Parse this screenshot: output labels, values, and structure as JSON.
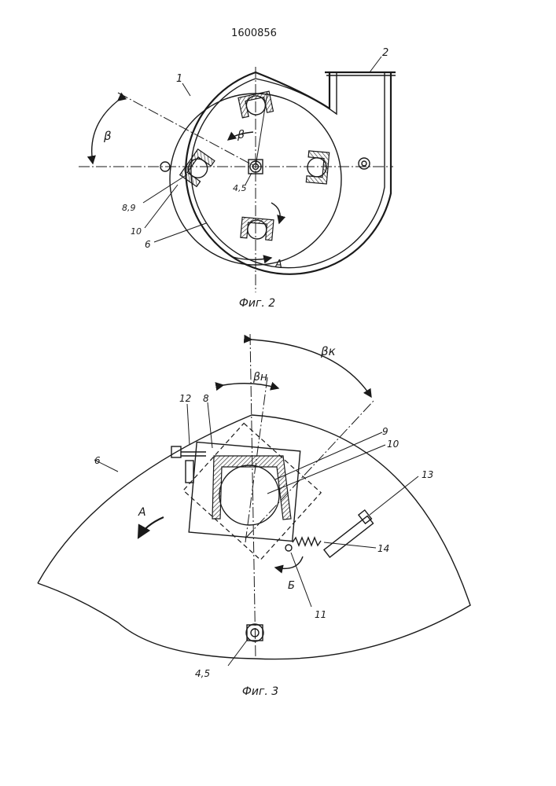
{
  "patent_number": "1600856",
  "figures": [
    {
      "caption": "Фиг. 2",
      "labels": {
        "part_1": "1",
        "part_2": "2",
        "angle_beta_outer": "β",
        "angle_beta_inner": "β",
        "parts_8_9": "8,9",
        "parts_4_5": "4,5",
        "part_10": "10",
        "part_6": "6",
        "arrow_A": "А"
      }
    },
    {
      "caption": "Фиг. 3",
      "labels": {
        "angle_beta_k": "βк",
        "angle_beta_n": "βн",
        "part_12": "12",
        "part_8": "8",
        "part_9": "9",
        "part_10": "10",
        "part_6": "6",
        "part_13": "13",
        "arrow_A": "А",
        "part_14": "14",
        "arrow_B": "Б",
        "part_11": "11",
        "parts_4_5": "4,5"
      }
    }
  ]
}
